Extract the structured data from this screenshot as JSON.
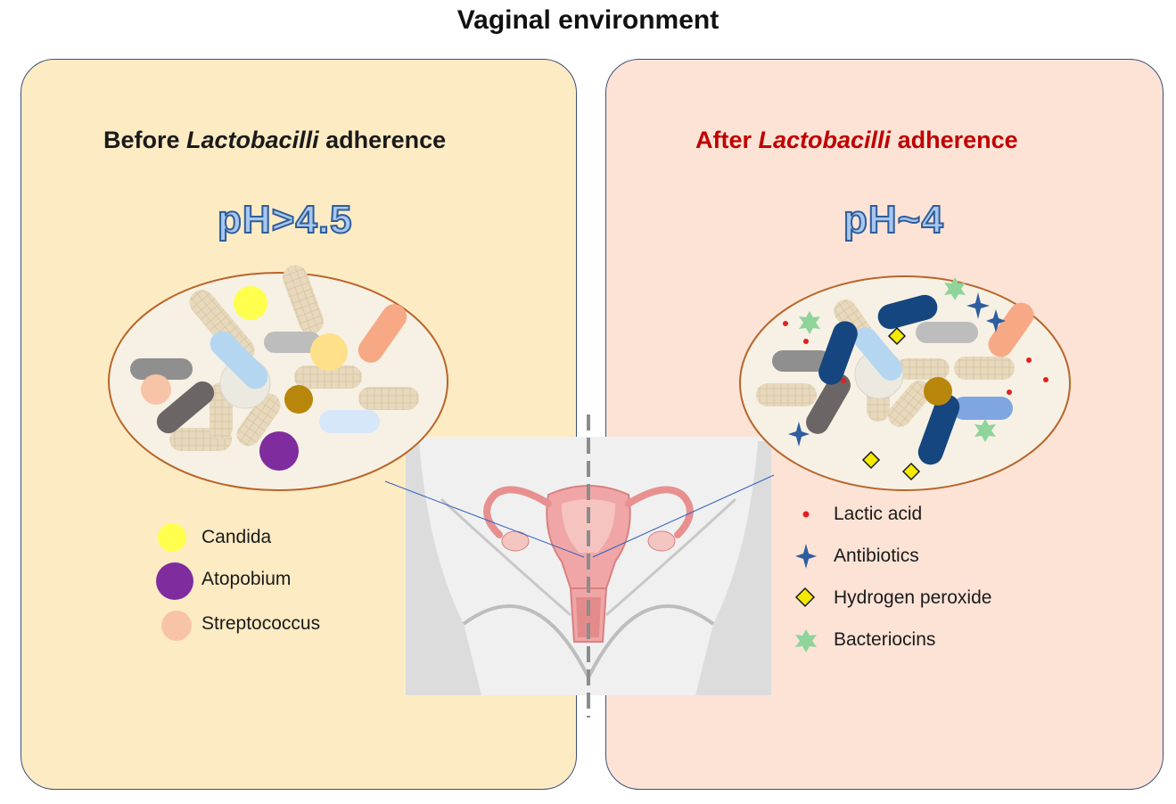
{
  "title": "Vaginal environment",
  "before": {
    "heading_prefix": "Before ",
    "heading_italic": "Lactobacilli",
    "heading_suffix": " adherence",
    "ph": "pH>4.5",
    "legend": [
      {
        "label": "Candida",
        "color": "#ffff4d"
      },
      {
        "label": "Atopobium",
        "color": "#7e2c9e"
      },
      {
        "label": "Streptococcus",
        "color": "#f8c4a8"
      }
    ]
  },
  "after": {
    "heading_prefix": "After ",
    "heading_italic": "Lactobacilli",
    "heading_suffix": " adherence",
    "ph": "pH~4",
    "legend": [
      {
        "label": "Lactic acid",
        "icon": "red-dot-icon",
        "color": "#e02020"
      },
      {
        "label": "Antibiotics",
        "icon": "four-point-star-icon",
        "color": "#2e5ea0"
      },
      {
        "label": "Hydrogen peroxide",
        "icon": "yellow-diamond-icon",
        "color": "#f4ea00"
      },
      {
        "label": "Bacteriocins",
        "icon": "green-star-icon",
        "color": "#8fd49a"
      }
    ]
  },
  "colors": {
    "panel_before": "#fdebc3",
    "panel_after": "#fce3d6",
    "border": "#3d4f79",
    "after_heading": "#c00000",
    "lactobacilli": "#e8d9bd",
    "dark_rod": "#15467f"
  }
}
